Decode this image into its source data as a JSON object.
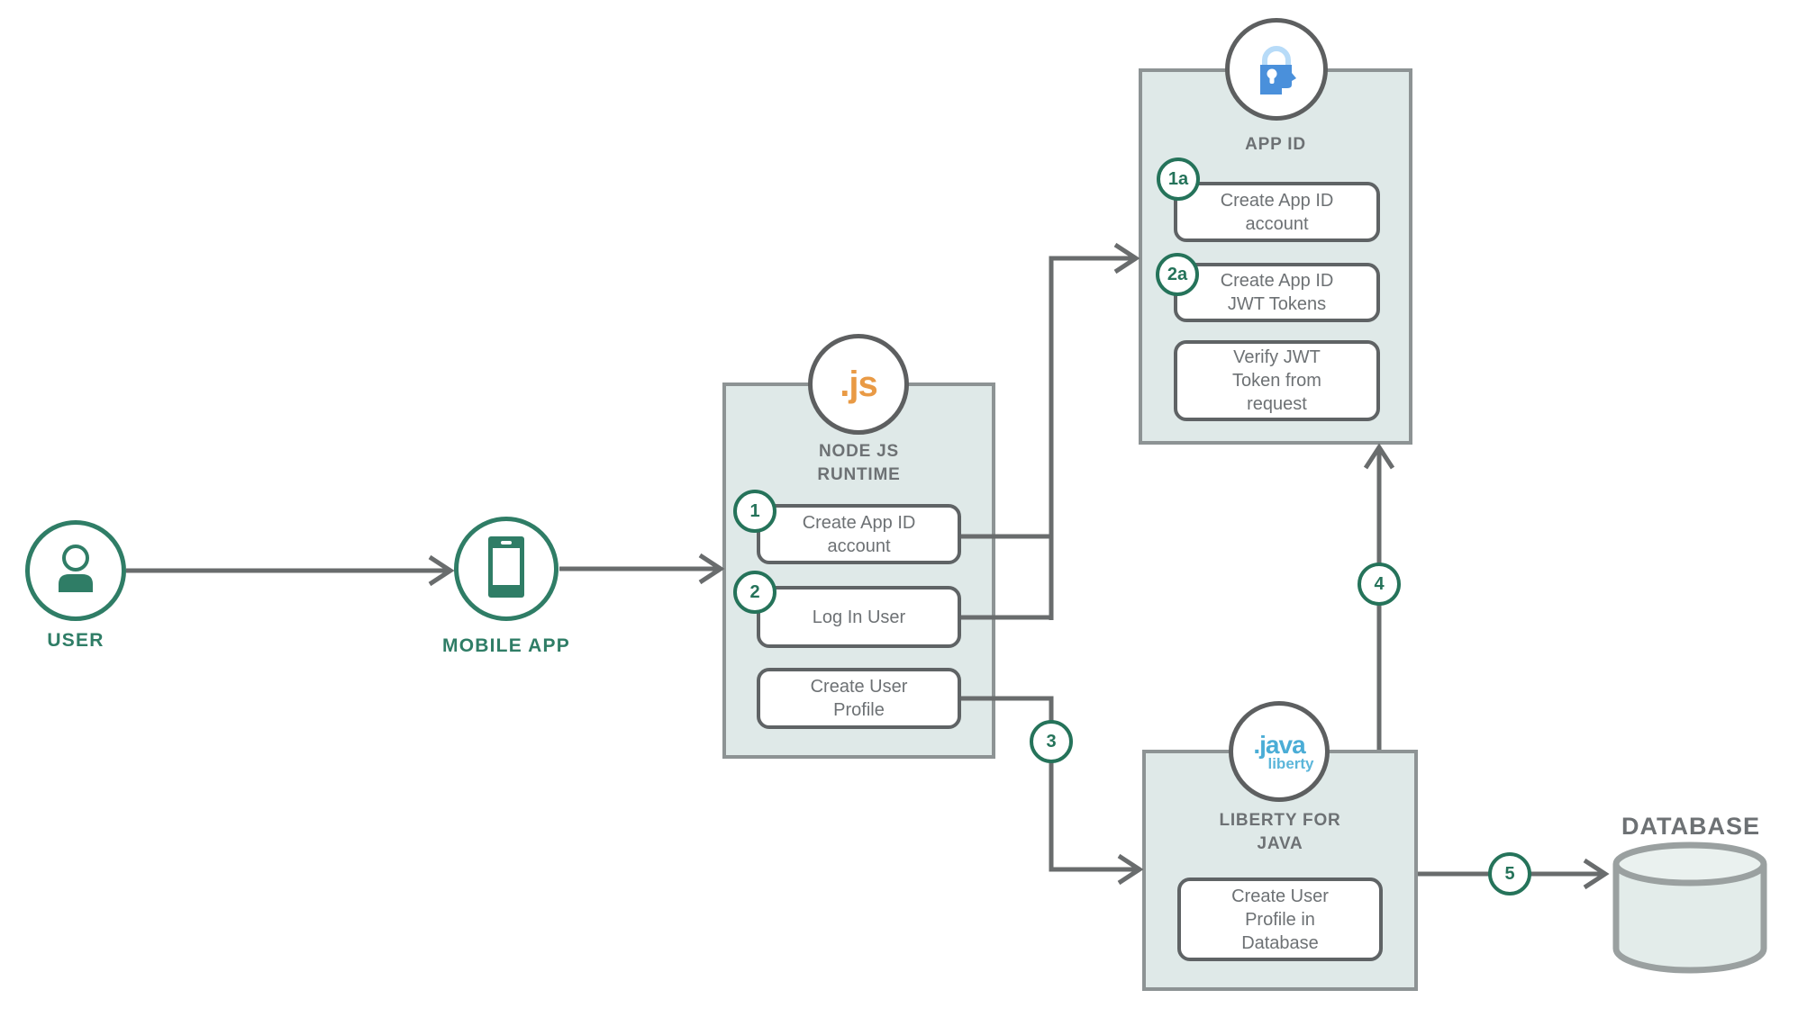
{
  "diagram": {
    "description": "Mobile app authentication architecture flow diagram",
    "colors": {
      "green": "#2f7d66",
      "badge_green": "#25735a",
      "wire_gray": "#696c6d",
      "panel_fill": "#dfe9e8",
      "panel_border": "#8d9394",
      "inner_box_border": "#5f6365",
      "text_gray": "#6d7174",
      "nodejs_orange": "#e99a45",
      "appid_blue": "#4a90db",
      "appid_blue_light": "#b7dbf8",
      "liberty_blue": "#4badd6",
      "database_fill": "#e3ecea",
      "database_border": "#9aa0a0"
    },
    "nodes": {
      "user": {
        "label": "USER",
        "icon": "person-icon"
      },
      "mobile_app": {
        "label": "MOBILE APP",
        "icon": "smartphone-icon"
      },
      "nodejs": {
        "title": "NODE JS\nRUNTIME",
        "logo": ".js",
        "icon": "nodejs-js-logo",
        "steps": [
          {
            "badge": "1",
            "label": "Create App ID\naccount"
          },
          {
            "badge": "2",
            "label": "Log In User"
          },
          {
            "badge": "",
            "label": "Create User\nProfile"
          }
        ]
      },
      "app_id": {
        "title": "APP ID",
        "icon": "appid-lock-head-icon",
        "steps": [
          {
            "badge": "1a",
            "label": "Create App ID\naccount"
          },
          {
            "badge": "2a",
            "label": "Create App ID\nJWT Tokens"
          },
          {
            "badge": "",
            "label": "Verify JWT\nToken from\nrequest"
          }
        ]
      },
      "liberty": {
        "title": "LIBERTY FOR\nJAVA",
        "logo": ".java",
        "logo_sub": "liberty",
        "icon": "java-liberty-logo",
        "steps": [
          {
            "badge": "",
            "label": "Create User\nProfile in\nDatabase"
          }
        ]
      },
      "database": {
        "label": "DATABASE",
        "icon": "database-cylinder-icon"
      }
    },
    "flow_badges": {
      "step3": "3",
      "step4": "4",
      "step5": "5"
    }
  }
}
